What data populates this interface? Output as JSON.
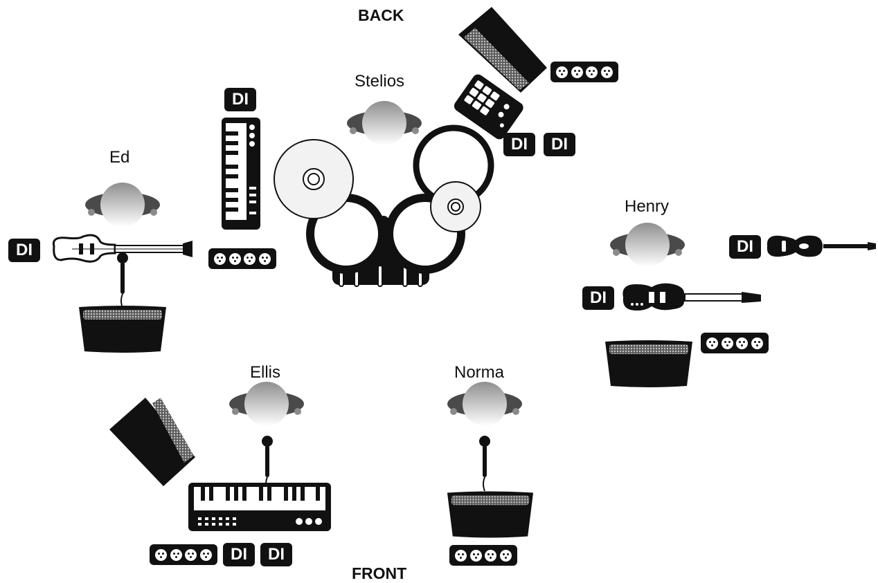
{
  "stage": {
    "back_label": "BACK",
    "front_label": "FRONT"
  },
  "musicians": [
    {
      "name": "Stelios"
    },
    {
      "name": "Ed"
    },
    {
      "name": "Henry"
    },
    {
      "name": "Ellis"
    },
    {
      "name": "Norma"
    }
  ],
  "di_label": "DI",
  "icons": {
    "person": "person-top-view-icon",
    "drum_kit": "drum-kit-icon",
    "amp": "amplifier-icon",
    "mic": "microphone-icon",
    "power": "power-strip-icon",
    "keyboard": "keyboard-icon",
    "sampler": "sampler-pad-icon",
    "bass": "bass-guitar-icon",
    "electric_guitar": "electric-guitar-icon",
    "acoustic_guitar": "acoustic-guitar-icon"
  },
  "colors": {
    "ink": "#111111",
    "background": "#ffffff",
    "grille": "#9a9a9a"
  }
}
